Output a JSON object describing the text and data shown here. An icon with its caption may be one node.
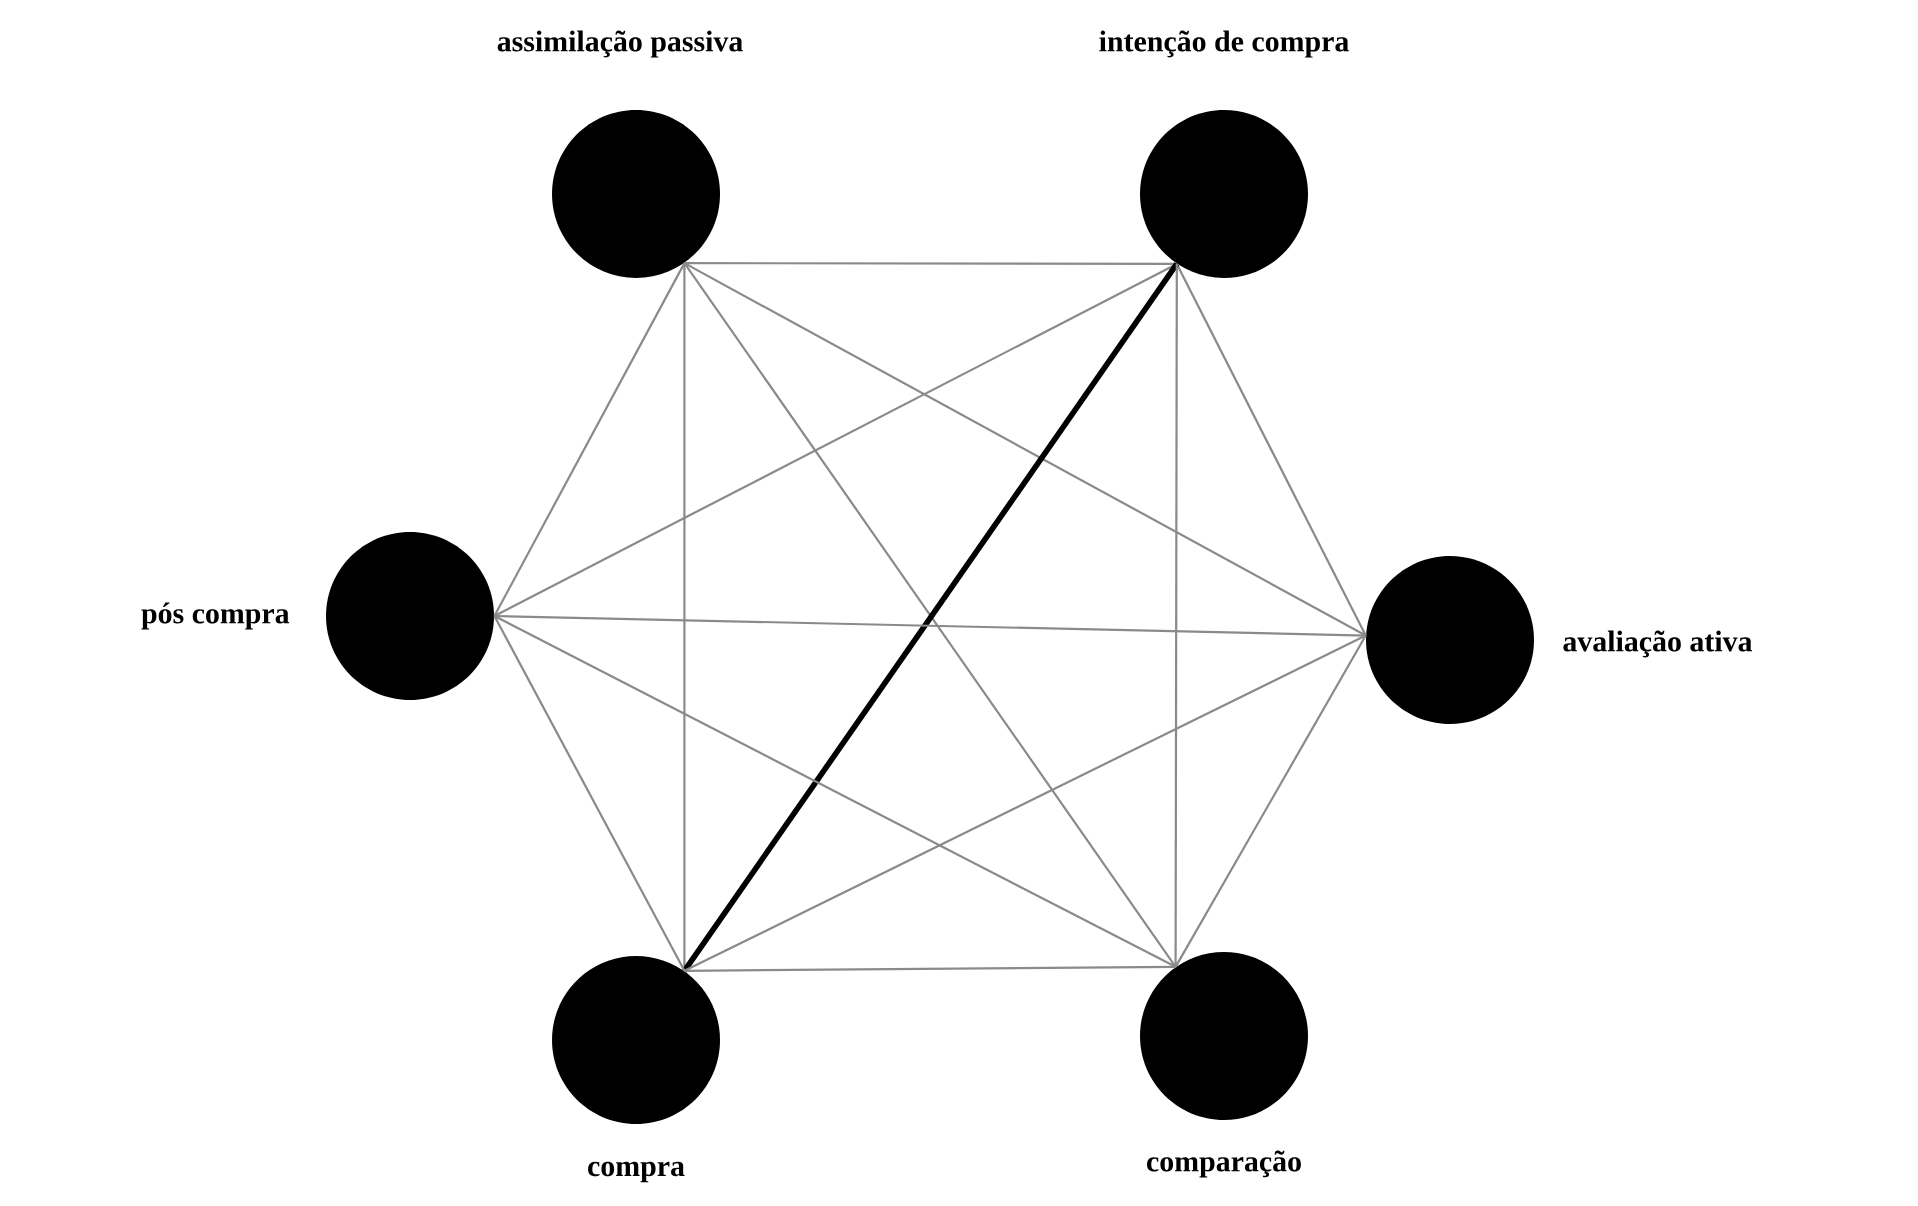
{
  "diagram": {
    "nodes": [
      {
        "text": [
          "assimilação passiva"
        ]
      },
      {
        "text": [
          "intenção de compra"
        ]
      },
      {
        "text": [
          "pós compra"
        ]
      },
      {
        "text": [
          "avaliação ativa"
        ]
      },
      {
        "text": [
          "compra"
        ]
      },
      {
        "text": [
          "comparação"
        ]
      }
    ],
    "edges": [
      {
        "from": 0,
        "to": 1,
        "arrow": "none"
      },
      {
        "from": 0,
        "to": 2,
        "arrow": "none"
      },
      {
        "from": 0,
        "to": 3,
        "arrow": "none"
      },
      {
        "from": 0,
        "to": 4,
        "arrow": "none"
      },
      {
        "from": 0,
        "to": 5,
        "arrow": "none"
      },
      {
        "from": 1,
        "to": 2,
        "arrow": "none"
      },
      {
        "from": 1,
        "to": 3,
        "arrow": "none"
      },
      {
        "from": 1,
        "to": 4,
        "arrow": "none",
        "style": "thick",
        "color": "#000000"
      },
      {
        "from": 1,
        "to": 5,
        "arrow": "none"
      },
      {
        "from": 2,
        "to": 3,
        "arrow": "none"
      },
      {
        "from": 2,
        "to": 4,
        "arrow": "none"
      },
      {
        "from": 2,
        "to": 5,
        "arrow": "none"
      },
      {
        "from": 3,
        "to": 4,
        "arrow": "none"
      },
      {
        "from": 3,
        "to": 5,
        "arrow": "none"
      },
      {
        "from": 4,
        "to": 5,
        "arrow": "none"
      }
    ]
  }
}
